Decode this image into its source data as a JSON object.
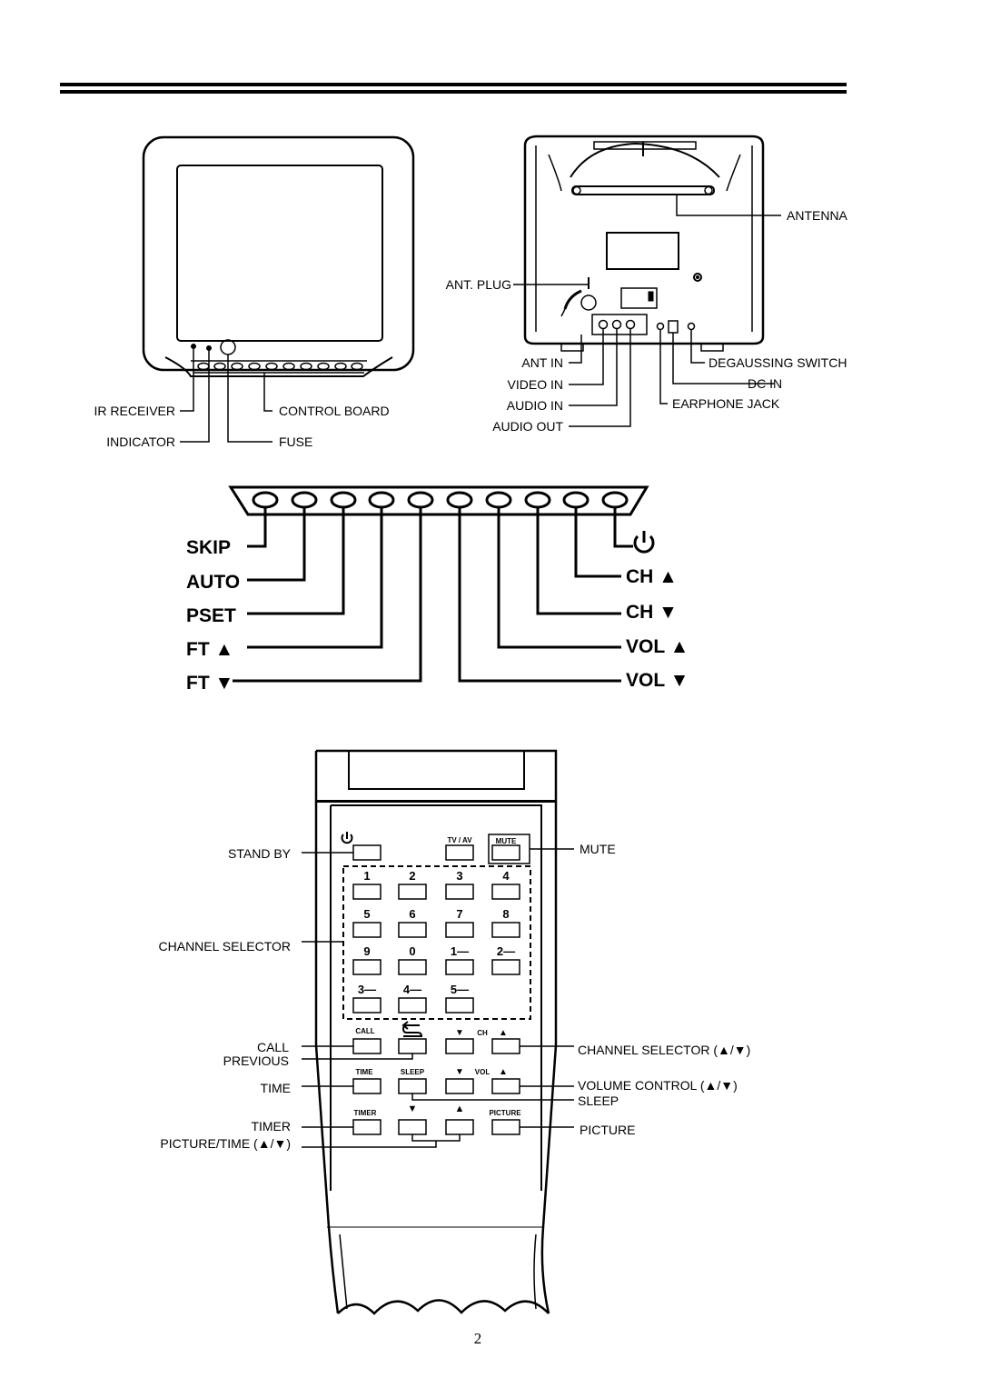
{
  "page_number": "2",
  "front_view": {
    "labels": {
      "ir_receiver": "IR RECEIVER",
      "indicator": "INDICATOR",
      "control_board": "CONTROL BOARD",
      "fuse": "FUSE"
    }
  },
  "rear_view": {
    "labels": {
      "antenna": "ANTENNA",
      "ant_plug": "ANT. PLUG",
      "ant_in": "ANT IN",
      "video_in": "VIDEO IN",
      "audio_in": "AUDIO IN",
      "audio_out": "AUDIO OUT",
      "degaussing_switch": "DEGAUSSING SWITCH",
      "dc_in": "DC IN",
      "earphone_jack": "EARPHONE JACK"
    }
  },
  "control_panel": {
    "left_labels": [
      "SKIP",
      "AUTO",
      "PSET",
      "FT ▲",
      "FT ▼"
    ],
    "right_labels": [
      "CH ▲",
      "CH ▼",
      "VOL ▲",
      "VOL ▼"
    ],
    "power_icon": "power-icon"
  },
  "remote": {
    "button_texts": {
      "tv_av": "TV / AV",
      "mute": "MUTE",
      "call": "CALL",
      "ch": "CH",
      "time": "TIME",
      "sleep": "SLEEP",
      "vol": "VOL",
      "timer": "TIMER",
      "picture": "PICTURE",
      "up": "▲",
      "down": "▼"
    },
    "digits": [
      "1",
      "2",
      "3",
      "4",
      "5",
      "6",
      "7",
      "8",
      "9",
      "0",
      "1—",
      "2—",
      "3—",
      "4—",
      "5—"
    ],
    "callouts_left": {
      "stand_by": "STAND BY",
      "channel_selector": "CHANNEL SELECTOR",
      "call": "CALL",
      "previous": "PREVIOUS",
      "time": "TIME",
      "timer": "TIMER",
      "picture_time": "PICTURE/TIME (▲/▼)"
    },
    "callouts_right": {
      "mute": "MUTE",
      "channel_selector": "CHANNEL SELECTOR (▲/▼)",
      "volume_control": "VOLUME CONTROL (▲/▼)",
      "sleep": "SLEEP",
      "picture": "PICTURE"
    }
  }
}
